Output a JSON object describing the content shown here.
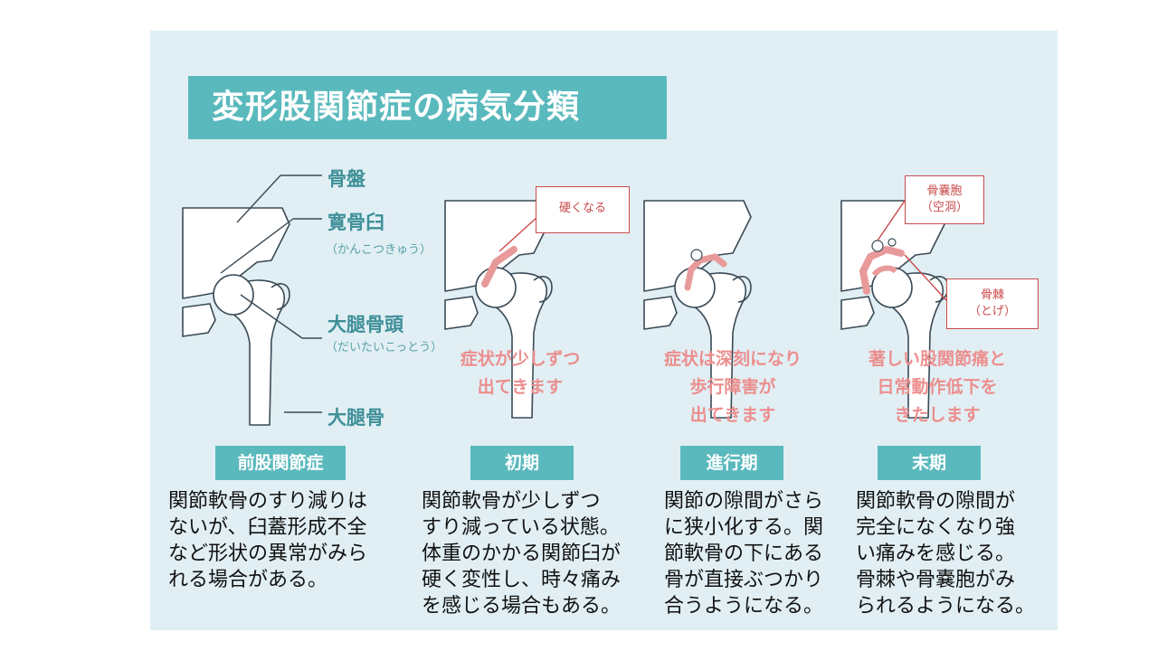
{
  "title": "変形股関節症の病気分類",
  "anatomy_labels": {
    "pelvis": "骨盤",
    "acetabulum": "寛骨臼",
    "acetabulum_reading": "（かんこつきゅう）",
    "femoral_head": "大腿骨頭",
    "femoral_head_reading": "（だいたいこっとう）",
    "femur": "大腿骨"
  },
  "callouts": {
    "hardening": "硬くなる",
    "bone_cyst": "骨嚢胞\n（空洞）",
    "osteophyte": "骨棘\n（とげ）"
  },
  "stages": [
    {
      "label": "前股関節症",
      "symptom": "",
      "description": "関節軟骨のすり減りは\nないが、臼蓋形成不全\nなど形状の異常がみら\nれる場合がある。"
    },
    {
      "label": "初期",
      "symptom": "症状が少しずつ\n出てきます",
      "description": "関節軟骨が少しずつ\nすり減っている状態。\n体重のかかる関節臼が\n硬く変性し、時々痛み\nを感じる場合もある。"
    },
    {
      "label": "進行期",
      "symptom": "症状は深刻になり\n歩行障害が\n出てきます",
      "description": "関節の隙間がさら\nに狭小化する。関\n節軟骨の下にある\n骨が直接ぶつかり\n合うようになる。"
    },
    {
      "label": "末期",
      "symptom": "著しい股関節痛と\n日常動作低下を\nきたします",
      "description": "関節軟骨の隙間が\n完全になくなり強\nい痛みを感じる。\n骨棘や骨嚢胞がみ\nられるようになる。"
    }
  ],
  "colors": {
    "panel_bg": "#e1eff4",
    "accent": "#5ab9bd",
    "label_text": "#3e8f98",
    "symptom_text": "#ec8e8e",
    "callout_border": "#c94a4a",
    "lesion": "#e89a9a"
  }
}
